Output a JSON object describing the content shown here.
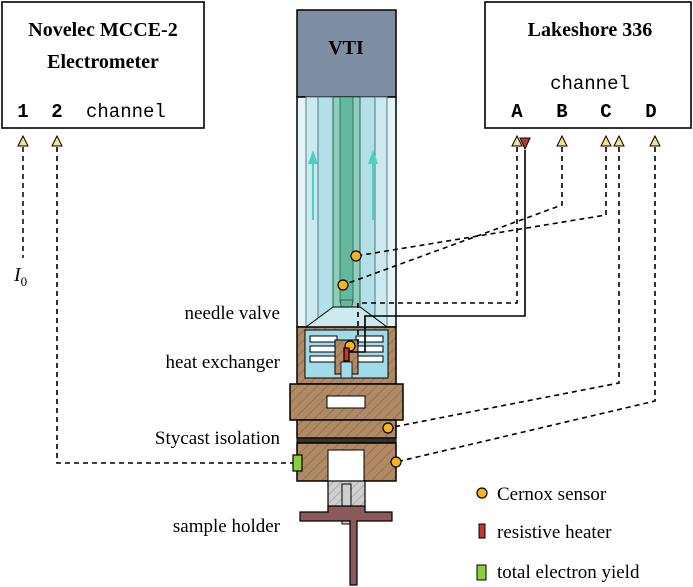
{
  "instruments": {
    "electrometer": {
      "name_line1": "Novelec MCCE-2",
      "name_line2": "Electrometer",
      "ch1": "1",
      "ch2": "2",
      "channel_word": "channel"
    },
    "temperature_controller": {
      "name": "Lakeshore 336",
      "channel_word": "channel",
      "chA": "A",
      "chB": "B",
      "chC": "C",
      "chD": "D"
    }
  },
  "cryostat": {
    "vti_label": "VTI"
  },
  "signals": {
    "current_symbol": "I",
    "current_subscript": "0"
  },
  "component_labels": {
    "needle_valve": "needle valve",
    "heat_exchanger": "heat exchanger",
    "stycast_isolation": "Stycast isolation",
    "sample_holder": "sample holder"
  },
  "legend": {
    "cernox": "Cernox sensor",
    "heater": "resistive heater",
    "tey": "total electron yield"
  },
  "colors": {
    "vti_top": "#7f8ea3",
    "vti_tube_light": "#d7eef3",
    "vti_tube_mid": "#9fd3df",
    "needle_green": "#63b8a0",
    "copper": "#b08a64",
    "holder_mauve": "#8a5a5a",
    "cernox_orange": "#f5b320",
    "heater_red": "#c0392b",
    "tey_green": "#8ccf3c",
    "arrow_fill": "#f3e08a",
    "flow_arrow": "#46d3c0"
  }
}
